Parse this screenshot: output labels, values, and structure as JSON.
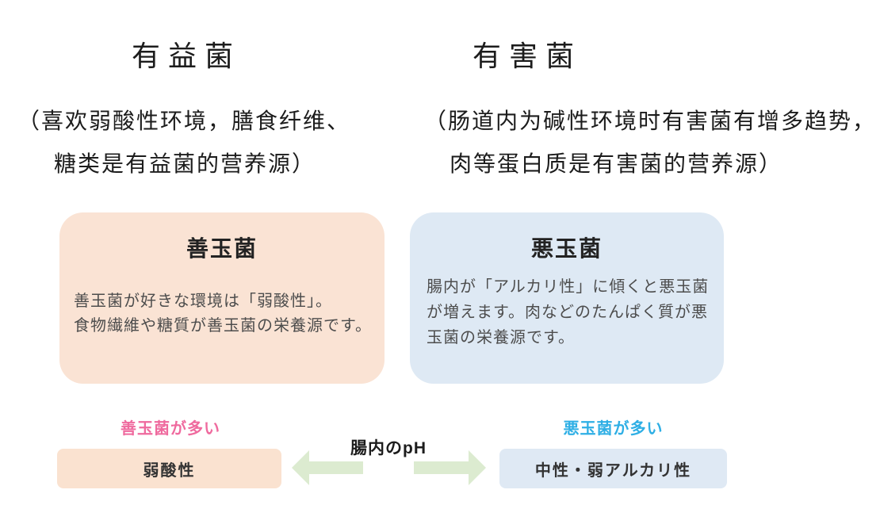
{
  "colors": {
    "good_card_bg": "#FAE3D4",
    "bad_card_bg": "#DEE9F4",
    "good_bar_bg": "#FAE2D0",
    "bad_bar_bg": "#DFE9F4",
    "good_label_text": "#EF6A9E",
    "bad_label_text": "#2FAFE5",
    "arrow_green": "#DCEBD0",
    "body_text": "#4D4D4D",
    "heading_text": "#1C1C1C"
  },
  "top": {
    "good": {
      "heading": "有益菌",
      "line1": "（喜欢弱酸性环境，膳食纤维、",
      "line2": "糖类是有益菌的营养源）"
    },
    "bad": {
      "heading": "有害菌",
      "line1": "（肠道内为碱性环境时有害菌有增多趋势，",
      "line2": "肉等蛋白质是有害菌的营养源）"
    }
  },
  "cards": {
    "good": {
      "title": "善玉菌",
      "body_line1": "善玉菌が好きな環境は「弱酸性」。",
      "body_line2": "食物繊維や糖質が善玉菌の栄養源です。"
    },
    "bad": {
      "title": "悪玉菌",
      "body_line1": "腸内が「アルカリ性」に傾くと悪玉菌",
      "body_line2": "が増えます。肉などのたんぱく質が悪",
      "body_line3": "玉菌の栄養源です。"
    }
  },
  "ph_scale": {
    "good_label": "善玉菌が多い",
    "bad_label": "悪玉菌が多い",
    "center_label": "腸内のpH",
    "good_value": "弱酸性",
    "bad_value": "中性・弱アルカリ性"
  }
}
